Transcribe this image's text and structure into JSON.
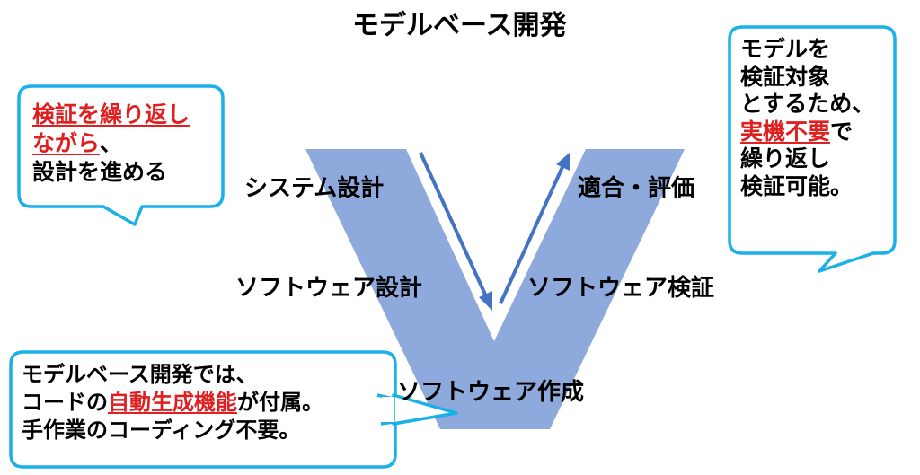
{
  "title": "モデルベース開発",
  "stages": {
    "system_design": "システム設計",
    "software_design": "ソフトウェア設計",
    "software_creation": "ソフトウェア作成",
    "software_verification": "ソフトウェア検証",
    "conformance_evaluation": "適合・評価"
  },
  "bubble_left": {
    "line1_red": "検証を繰り返し",
    "line2_red": "ながら",
    "line2_rest": "、",
    "line3": "設計を進める"
  },
  "bubble_right": {
    "line1": "モデルを",
    "line2": "検証対象",
    "line3": "とするため、",
    "line4_red": "実機不要",
    "line4_rest": "で",
    "line5": "繰り返し",
    "line6": "検証可能。"
  },
  "bubble_bottom": {
    "line1": "モデルベース開発では、",
    "line2_pre": "コードの",
    "line2_red": "自動生成機能",
    "line2_post": "が付属。",
    "line3": "手作業のコーディング不要。"
  },
  "colors": {
    "v_shape": "#8ea9db",
    "arrow": "#4472c4",
    "bubble_border": "#1ab0e8",
    "highlight": "#e02020"
  }
}
